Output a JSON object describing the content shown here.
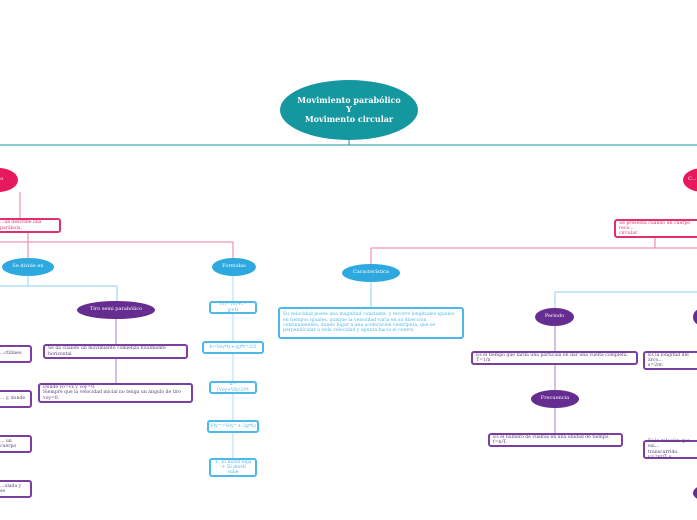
{
  "central": {
    "title": "Movimiento parabólico\nY\nMovimento circular"
  },
  "colors": {
    "central": "#14979f",
    "pink": "#e8185f",
    "blue": "#2ea9e0",
    "purple": "#662d91"
  },
  "left": {
    "main": "...co",
    "definition": "...ue describe una parábola.",
    "divide": "Se divide en",
    "formulas": "Formulas",
    "tiro_semi": "Tiro semi parabólico",
    "tiro_semi_desc": "Se da cuando un movimiento comienza totalmente horizontal",
    "tiro_semi_note": "Donde vo=vx y voy=0.\nSiempre que la velocidad inicial no tenga un ángulo de tiro voy=0.",
    "cut_boxes": [
      "...ctilíneo",
      "... y, donde",
      "... un cuerpo",
      "...ulada y se"
    ],
    "formula_list": [
      "Vf)=Vo)+t*-g+t)",
      "h=Voy*t(+-g)*t^2/2",
      "h=(Voy+Vfy/2)*t",
      "Vfy^=Voy^+-2g*h)",
      "+- El movil baja\n-+ El movil sube"
    ]
  },
  "right": {
    "main": "C...",
    "definition": "Se presenta cuando un cuerpo reco...\ncircular.",
    "caracteristica": "Característica",
    "caracteristica_desc": "Su velocidad posee una magnitud constante, y recorre longitudes iguales en tiempos iguales, aunque la velocidad varía en su dirección continuamente, dando lugar a una aceleración centrípeta, que es perpendicular a toda velocidad y apunta hacia el centro.",
    "periodo": "Periodo",
    "periodo_desc": "Es el tiempo que tarda una partícula en dar una vuelta completa. T=1/n",
    "frecuencia": "Frecuencia",
    "frecuencia_desc": "Es el número de vueltas en una unidad de tiempo. f=n/T.",
    "arco_desc": "Es la longitud del arco...\ns=2πr.",
    "velocidad_desc": "Es la relación que exi...\ntranscurrido. v=2πr/T o..."
  }
}
